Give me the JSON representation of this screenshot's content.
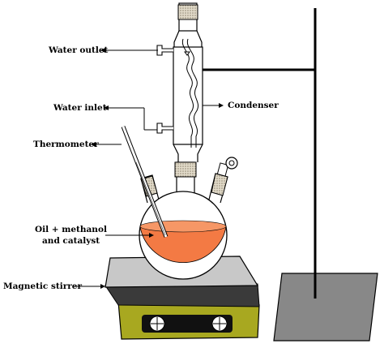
{
  "labels": {
    "water_outlet": "Water outlet",
    "water_inlet": "Water inlet",
    "condenser": "Condenser",
    "thermometer": "Thermometer",
    "oil_line1": "Oil + methanol",
    "oil_line2": "and catalyst",
    "magnetic_stirrer": "Magnetic stirrer"
  },
  "colors": {
    "liquid": "#f37a44",
    "stirrer_body": "#a8a820",
    "stirrer_top": "#c8c8c8",
    "stand_base": "#888888",
    "cork": "#cfc6b2"
  }
}
